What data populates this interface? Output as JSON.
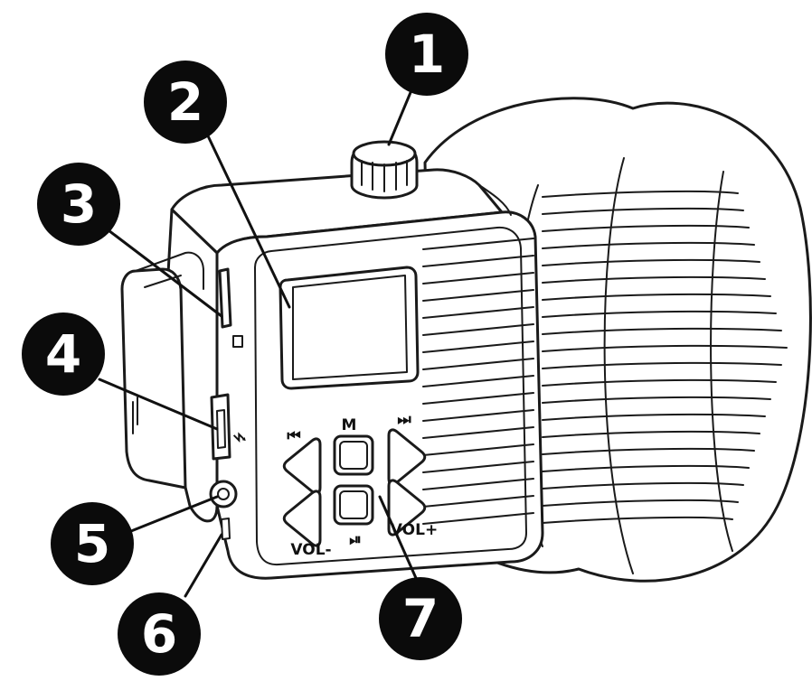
{
  "callouts": [
    {
      "id": "1",
      "label": "1"
    },
    {
      "id": "2",
      "label": "2"
    },
    {
      "id": "3",
      "label": "3"
    },
    {
      "id": "4",
      "label": "4"
    },
    {
      "id": "5",
      "label": "5"
    },
    {
      "id": "6",
      "label": "6"
    },
    {
      "id": "7",
      "label": "7"
    }
  ],
  "buttons": {
    "mode_label": "M",
    "volume_down_label": "VOL-",
    "volume_up_label": "VOL+",
    "previous_glyph": "⏮",
    "next_glyph": "⏭",
    "play_pause_glyph": "⏯"
  },
  "colors": {
    "outline": "#1a1a1a",
    "callout_fill": "#0b0b0b",
    "background": "#ffffff"
  }
}
